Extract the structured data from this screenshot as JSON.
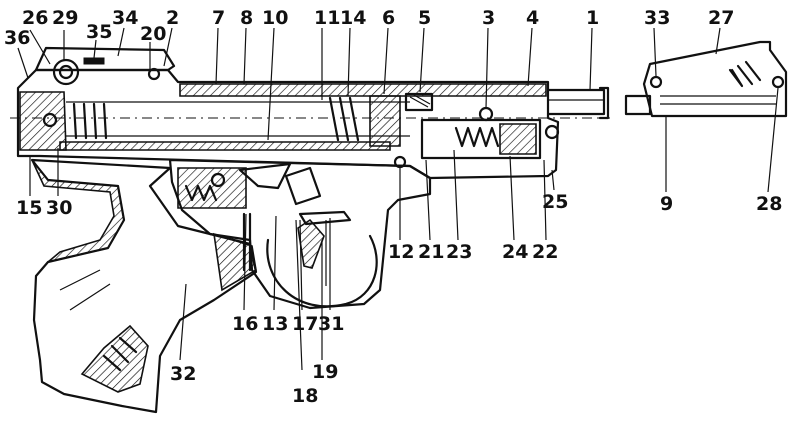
{
  "labels": [
    {
      "id": "l26",
      "text": "26"
    },
    {
      "id": "l29",
      "text": "29"
    },
    {
      "id": "l34",
      "text": "34"
    },
    {
      "id": "l2",
      "text": "2"
    },
    {
      "id": "l7",
      "text": "7"
    },
    {
      "id": "l8",
      "text": "8"
    },
    {
      "id": "l10",
      "text": "10"
    },
    {
      "id": "l11",
      "text": "11"
    },
    {
      "id": "l14",
      "text": "14"
    },
    {
      "id": "l6",
      "text": "6"
    },
    {
      "id": "l5",
      "text": "5"
    },
    {
      "id": "l3",
      "text": "3"
    },
    {
      "id": "l4",
      "text": "4"
    },
    {
      "id": "l1",
      "text": "1"
    },
    {
      "id": "l33",
      "text": "33"
    },
    {
      "id": "l27",
      "text": "27"
    },
    {
      "id": "l36",
      "text": "36"
    },
    {
      "id": "l35",
      "text": "35"
    },
    {
      "id": "l20",
      "text": "20"
    },
    {
      "id": "l15",
      "text": "15"
    },
    {
      "id": "l30",
      "text": "30"
    },
    {
      "id": "l25",
      "text": "25"
    },
    {
      "id": "l9",
      "text": "9"
    },
    {
      "id": "l28",
      "text": "28"
    },
    {
      "id": "l12",
      "text": "12"
    },
    {
      "id": "l21",
      "text": "21"
    },
    {
      "id": "l23",
      "text": "23"
    },
    {
      "id": "l24",
      "text": "24"
    },
    {
      "id": "l22",
      "text": "22"
    },
    {
      "id": "l16",
      "text": "16"
    },
    {
      "id": "l13",
      "text": "13"
    },
    {
      "id": "l17",
      "text": "17"
    },
    {
      "id": "l31",
      "text": "31"
    },
    {
      "id": "l19",
      "text": "19"
    },
    {
      "id": "l18",
      "text": "18"
    },
    {
      "id": "l32",
      "text": "32"
    }
  ]
}
